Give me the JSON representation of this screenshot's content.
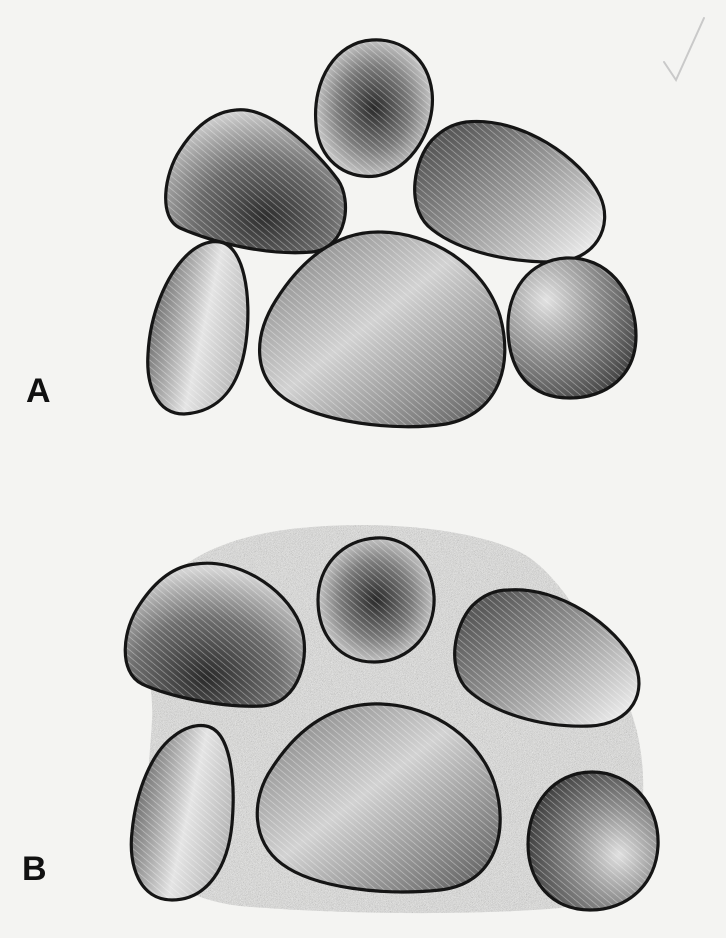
{
  "figure": {
    "panels": [
      {
        "label": "A",
        "matrix": false,
        "stones": [
          {
            "name": "stone-small-top",
            "shade": "dark-center"
          },
          {
            "name": "stone-upper-left",
            "shade": "dark"
          },
          {
            "name": "stone-upper-right",
            "shade": "medium"
          },
          {
            "name": "stone-lower-left",
            "shade": "light"
          },
          {
            "name": "stone-large-center",
            "shade": "light"
          },
          {
            "name": "stone-lower-right",
            "shade": "dark"
          }
        ]
      },
      {
        "label": "B",
        "matrix": true,
        "stones": [
          {
            "name": "stone-small-top",
            "shade": "dark-center"
          },
          {
            "name": "stone-upper-left",
            "shade": "dark"
          },
          {
            "name": "stone-upper-right",
            "shade": "medium"
          },
          {
            "name": "stone-lower-left",
            "shade": "light"
          },
          {
            "name": "stone-large-center",
            "shade": "light"
          },
          {
            "name": "stone-lower-right",
            "shade": "dark"
          }
        ]
      }
    ]
  },
  "colors": {
    "background": "#f4f4f2",
    "outline": "#151515",
    "matrix": "#d6d6d4",
    "stone_light": "#e6e6e6",
    "stone_dark": "#3e3e3e"
  }
}
